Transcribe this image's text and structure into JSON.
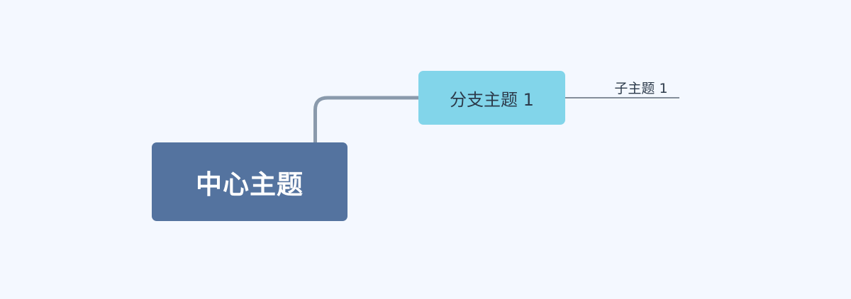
{
  "mindmap": {
    "central_topic": "中心主题",
    "branches": [
      {
        "label": "分支主题 1",
        "subtopics": [
          "子主题 1"
        ]
      }
    ]
  },
  "colors": {
    "background": "#f4f8ff",
    "central_fill": "#54739f",
    "branch_fill": "#82d5ea",
    "connector_main": "#8a9aac",
    "connector_sub": "#5f6b78",
    "text_dark": "#2c3a4a",
    "text_light": "#ffffff"
  }
}
